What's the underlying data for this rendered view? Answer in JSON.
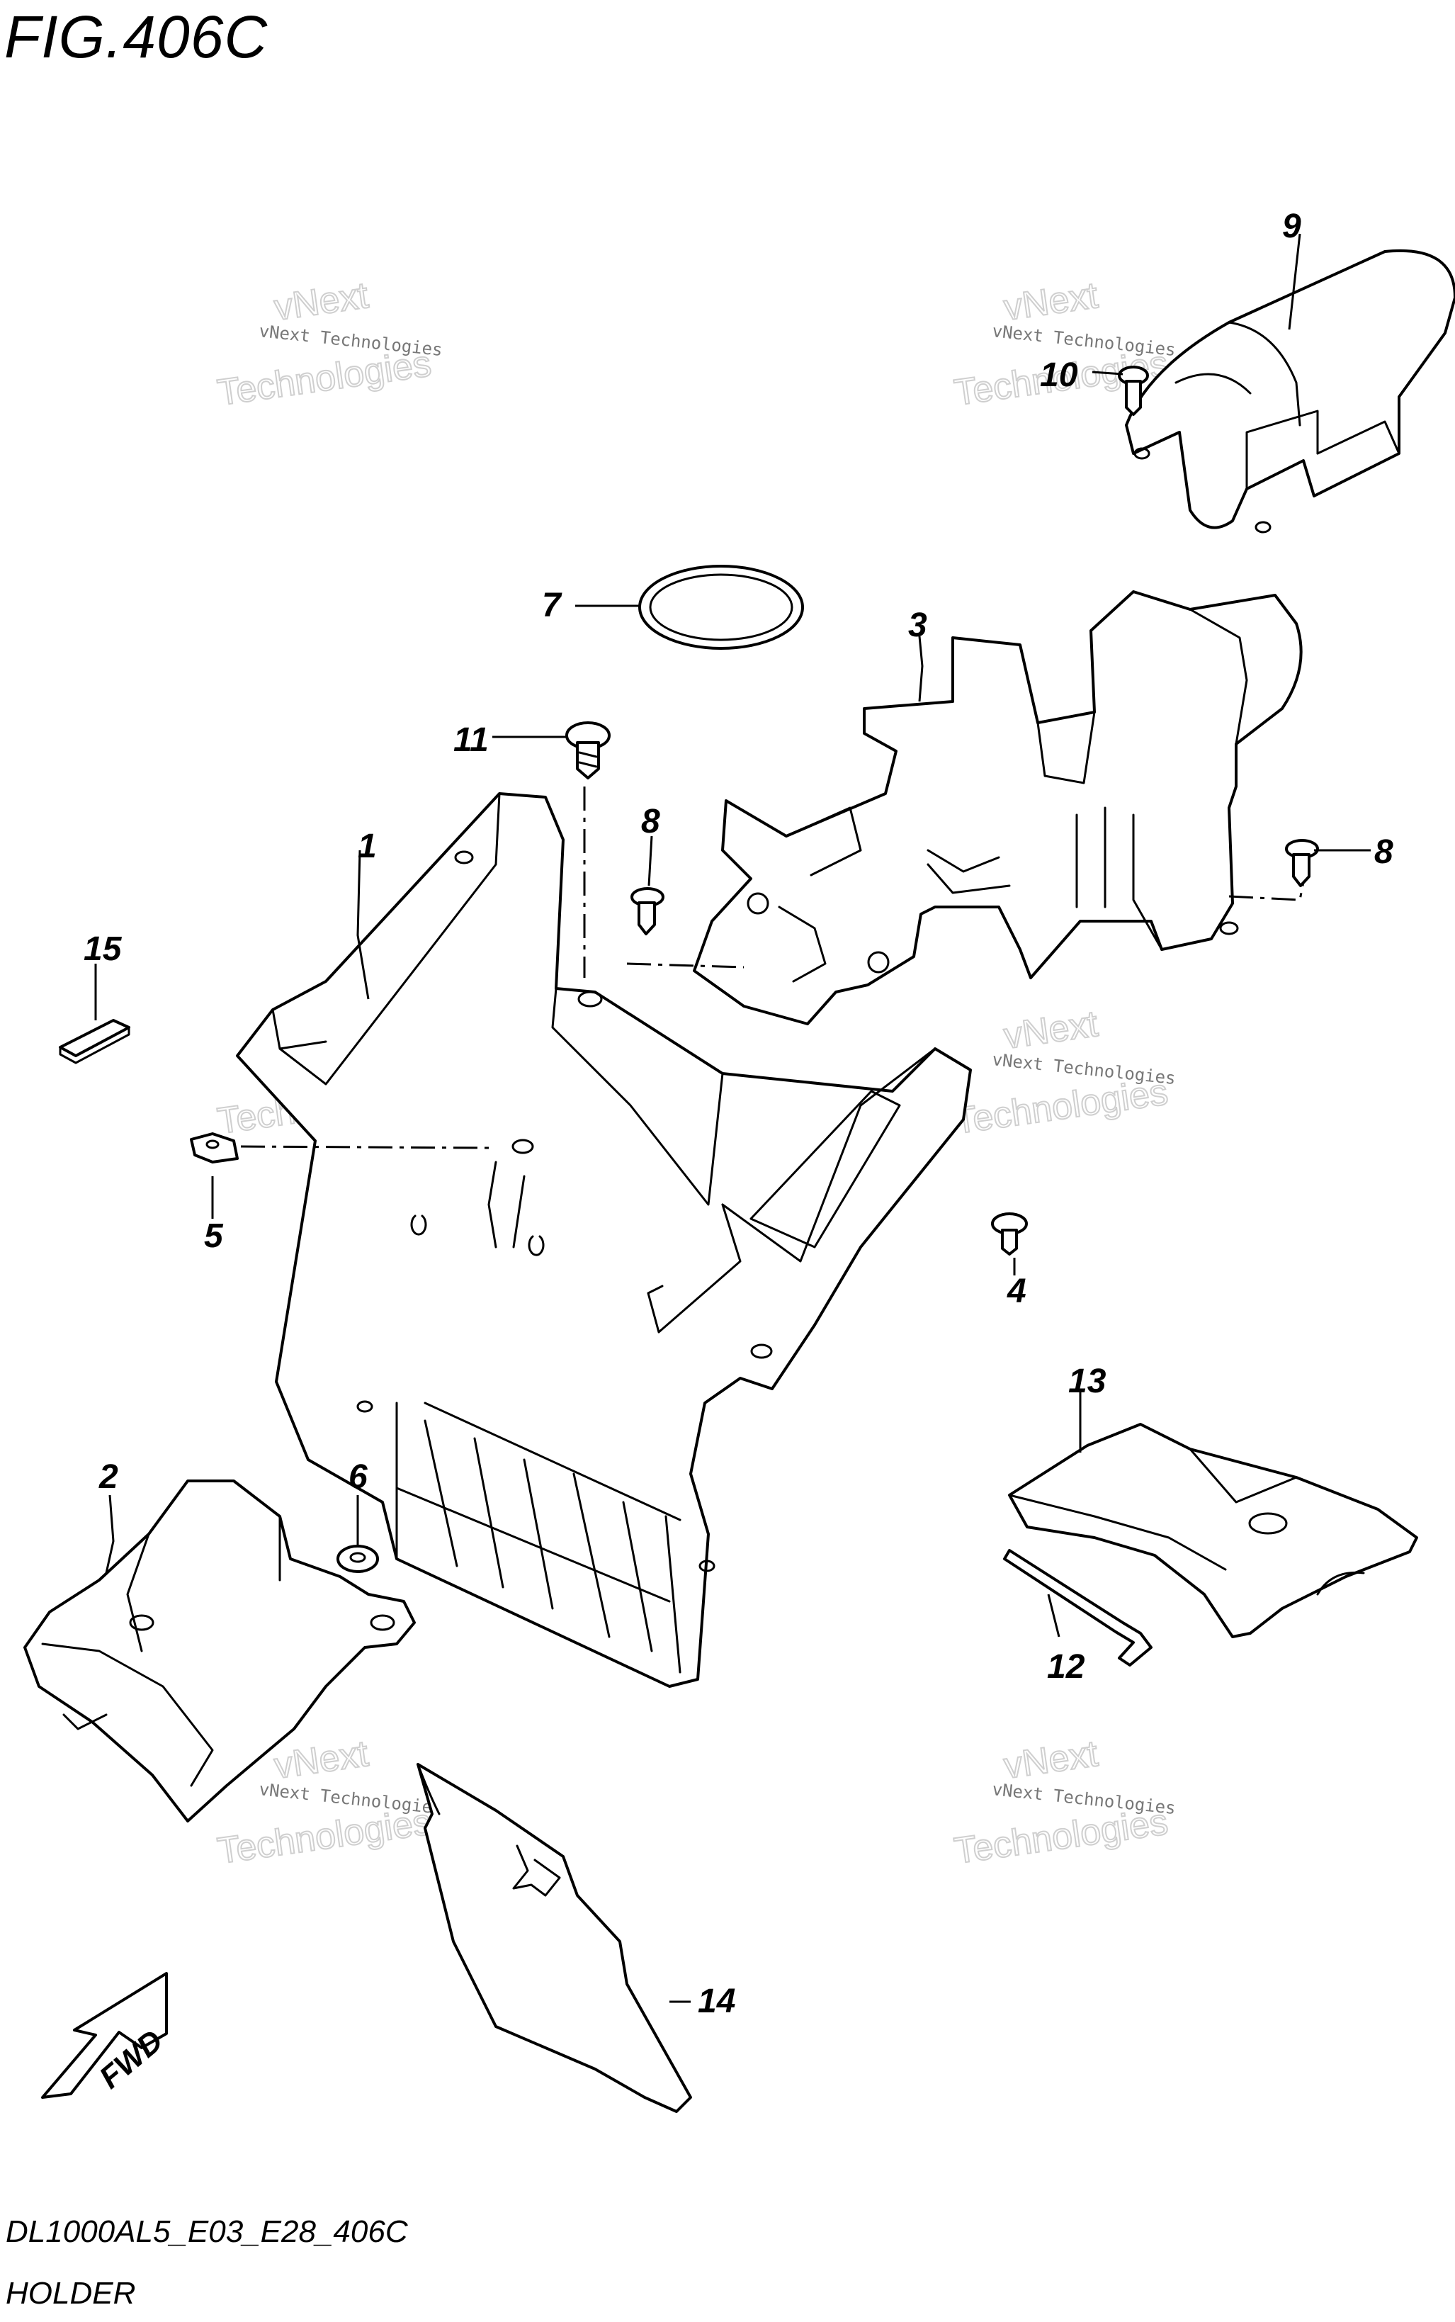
{
  "figure": {
    "title": "FIG.406C",
    "code": "DL1000AL5_E03_E28_406C",
    "name": "HOLDER"
  },
  "watermark": {
    "line1": "vNext Technologies",
    "line2": "vNext",
    "line3": "Technologies"
  },
  "callouts": [
    "1",
    "2",
    "3",
    "4",
    "5",
    "6",
    "7",
    "8",
    "8",
    "9",
    "10",
    "11",
    "12",
    "13",
    "14",
    "15"
  ],
  "fwd_label": "FWD",
  "colors": {
    "ink": "#000000",
    "background": "#ffffff",
    "watermark": "#cfcfcf"
  }
}
